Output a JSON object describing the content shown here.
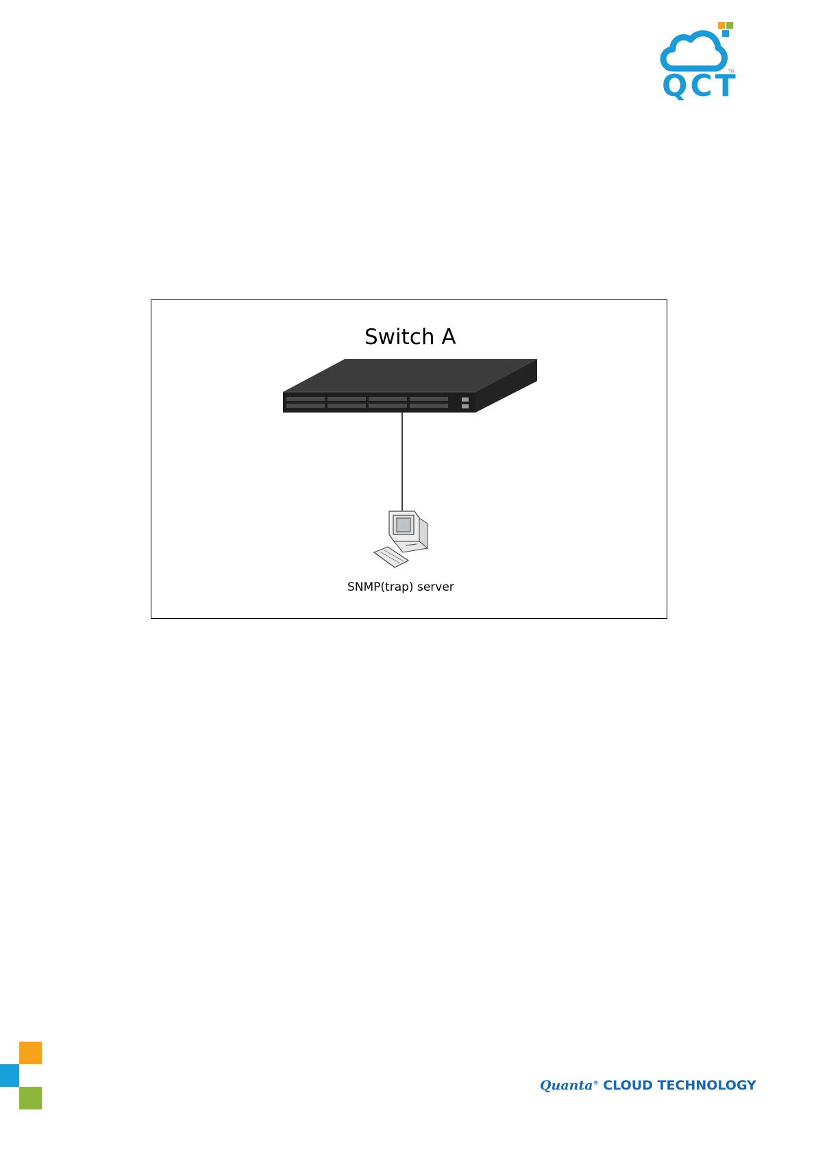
{
  "header": {
    "logo_text": "QCT",
    "logo_tm": "TM"
  },
  "figure": {
    "switch_label": "Switch A",
    "server_label": "SNMP(trap) server"
  },
  "footer": {
    "brand": "Quanta",
    "brand_mark": "®",
    "tagline": "CLOUD TECHNOLOGY"
  },
  "colors": {
    "brand_blue": "#1a9ad6",
    "orange": "#f7a21b",
    "cyan": "#18a0db",
    "green": "#8db63c",
    "footer_blue": "#1768b4"
  }
}
